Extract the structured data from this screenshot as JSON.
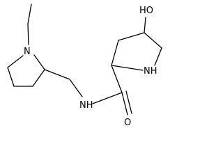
{
  "molecule": {
    "labels": {
      "ethyl_amine_n": "N",
      "hydroxyl": "HO",
      "ring_nh": "NH",
      "amide_nh": "NH",
      "carbonyl_o": "O"
    }
  }
}
